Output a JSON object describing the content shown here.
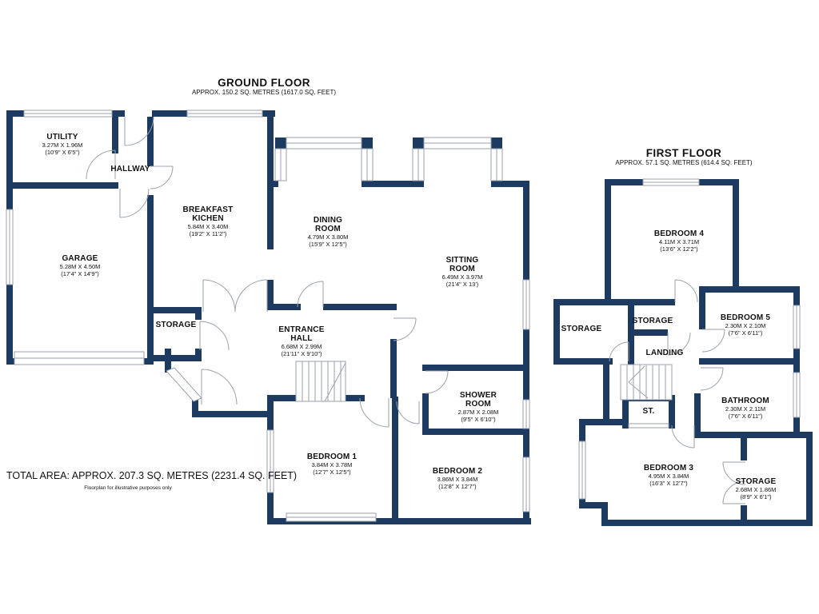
{
  "colors": {
    "wall": "#1d3b60",
    "line": "#9aa2ac",
    "text": "#111111",
    "bg": "#ffffff"
  },
  "ground_floor": {
    "title": "GROUND FLOOR",
    "subtitle": "APPROX. 150.2 SQ. METRES (1617.0 SQ. FEET)",
    "rooms": [
      {
        "name": "UTILITY",
        "dims_m": "3.27M X 1.96M",
        "dims_ft": "(10'9\" X 6'5\")"
      },
      {
        "name": "HALLWAY"
      },
      {
        "name": "GARAGE",
        "dims_m": "5.28M X 4.50M",
        "dims_ft": "(17'4\" X 14'9\")"
      },
      {
        "name": "BREAKFAST\nKICHEN",
        "dims_m": "5.84M X 3.40M",
        "dims_ft": "(19'2\" X 11'2\")"
      },
      {
        "name": "DINING\nROOM",
        "dims_m": "4.79M X 3.80M",
        "dims_ft": "(15'9\" X 12'5\")"
      },
      {
        "name": "SITTING\nROOM",
        "dims_m": "6.49M X 3.97M",
        "dims_ft": "(21'4\" X 13')"
      },
      {
        "name": "STORAGE"
      },
      {
        "name": "ENTRANCE\nHALL",
        "dims_m": "6.68M X 2.99M",
        "dims_ft": "(21'11\" X 9'10\")"
      },
      {
        "name": "SHOWER\nROOM",
        "dims_m": "2.87M X 2.08M",
        "dims_ft": "(9'5\" X 6'10\")"
      },
      {
        "name": "BEDROOM 1",
        "dims_m": "3.84M X 3.78M",
        "dims_ft": "(12'7\" X 12'5\")"
      },
      {
        "name": "BEDROOM 2",
        "dims_m": "3.86M X 3.84M",
        "dims_ft": "(12'8\" X 12'7\")"
      }
    ]
  },
  "first_floor": {
    "title": "FIRST FLOOR",
    "subtitle": "APPROX. 57.1 SQ. METRES (614.4 SQ. FEET)",
    "rooms": [
      {
        "name": "BEDROOM 4",
        "dims_m": "4.11M X 3.71M",
        "dims_ft": "(13'6\" X 12'2\")"
      },
      {
        "name": "STORAGE"
      },
      {
        "name": "STORAGE"
      },
      {
        "name": "BEDROOM 5",
        "dims_m": "2.30M X 2.10M",
        "dims_ft": "(7'6\" X 6'11\")"
      },
      {
        "name": "LANDING"
      },
      {
        "name": "ST."
      },
      {
        "name": "BATHROOM",
        "dims_m": "2.30M X 2.11M",
        "dims_ft": "(7'6\" X 6'11\")"
      },
      {
        "name": "BEDROOM 3",
        "dims_m": "4.95M X 3.84M",
        "dims_ft": "(16'3\" X 12'7\")"
      },
      {
        "name": "STORAGE",
        "dims_m": "2.68M X 1.86M",
        "dims_ft": "(8'9\" X 6'1\")"
      }
    ]
  },
  "footer": {
    "total_area": "TOTAL AREA: APPROX. 207.3 SQ. METRES (2231.4 SQ. FEET)",
    "disclaimer": "Floorplan for illustrative purposes only"
  }
}
